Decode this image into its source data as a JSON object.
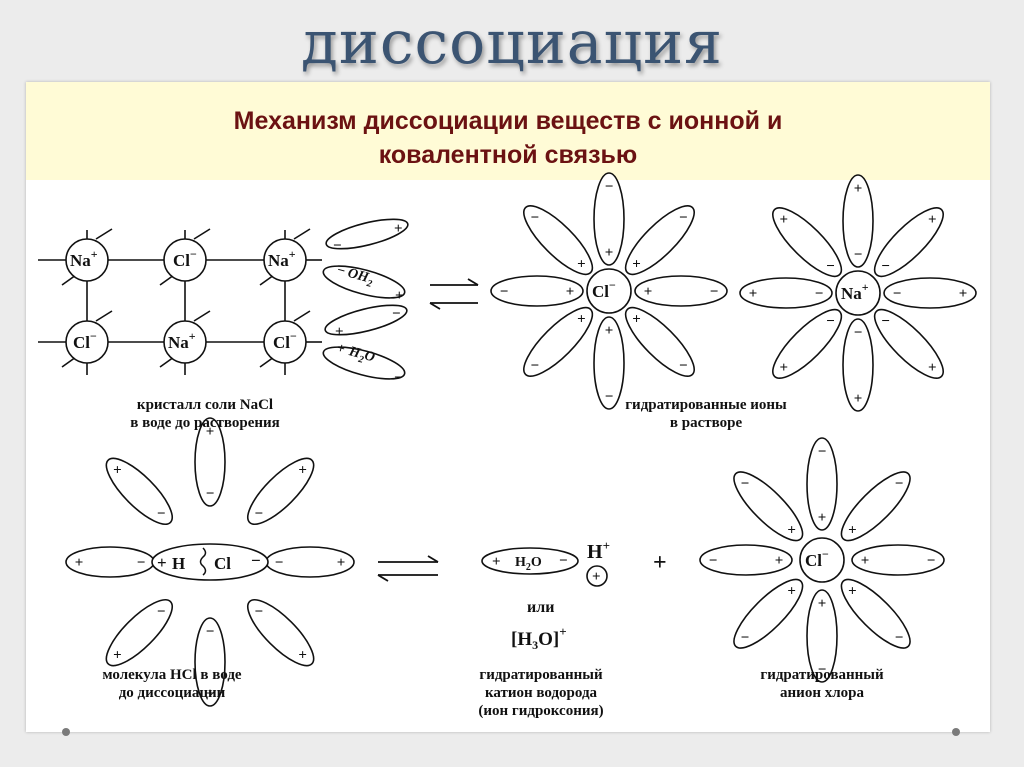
{
  "slide": {
    "title": "диссоциация"
  },
  "card": {
    "heading_line1": "Механизм диссоциации веществ с ионной и",
    "heading_line2": "ковалентной связью"
  },
  "ions": {
    "na": "Na",
    "cl": "Cl",
    "h": "H",
    "h_plus": "H",
    "plus": "+",
    "minus": "−",
    "oh2": "OH",
    "h2o_small": "H",
    "h2o": "H",
    "or": "или",
    "h3o": "[H",
    "two": "2",
    "o": "O",
    "o_bracket": "O]"
  },
  "captions": {
    "crystal_1": "кристалл соли NaCl",
    "crystal_2": "в воде до растворения",
    "hydrated_1": "гидратированные ионы",
    "hydrated_2": "в растворе",
    "hcl_1": "молекула HCl в воде",
    "hcl_2": "до диссоциации",
    "cation_1": "гидратированный",
    "cation_2": "катион водорода",
    "cation_3": "(ион гидроксония)",
    "anion_1": "гидратированный",
    "anion_2": "анион хлора"
  },
  "colors": {
    "title": "#3b5472",
    "heading": "#6b1212",
    "band": "#fffbd6"
  }
}
